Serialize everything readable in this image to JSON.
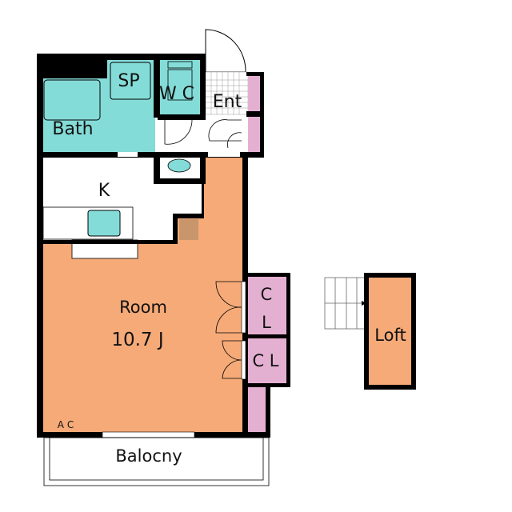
{
  "colors": {
    "wet": "#84dcd8",
    "room": "#f5aa78",
    "closet": "#e4b0d2",
    "wall": "#000000",
    "step": "#c8966a"
  },
  "labels": {
    "sp": "SP",
    "wc": "W C",
    "ent": "Ent",
    "bath": "Bath",
    "kitchen": "K",
    "room": "Room",
    "room_size": "10.7 J",
    "ac": "A C",
    "cl1_a": "C",
    "cl1_b": "L",
    "cl2": "C L",
    "balcony": "Balocny",
    "loft": "Loft"
  }
}
